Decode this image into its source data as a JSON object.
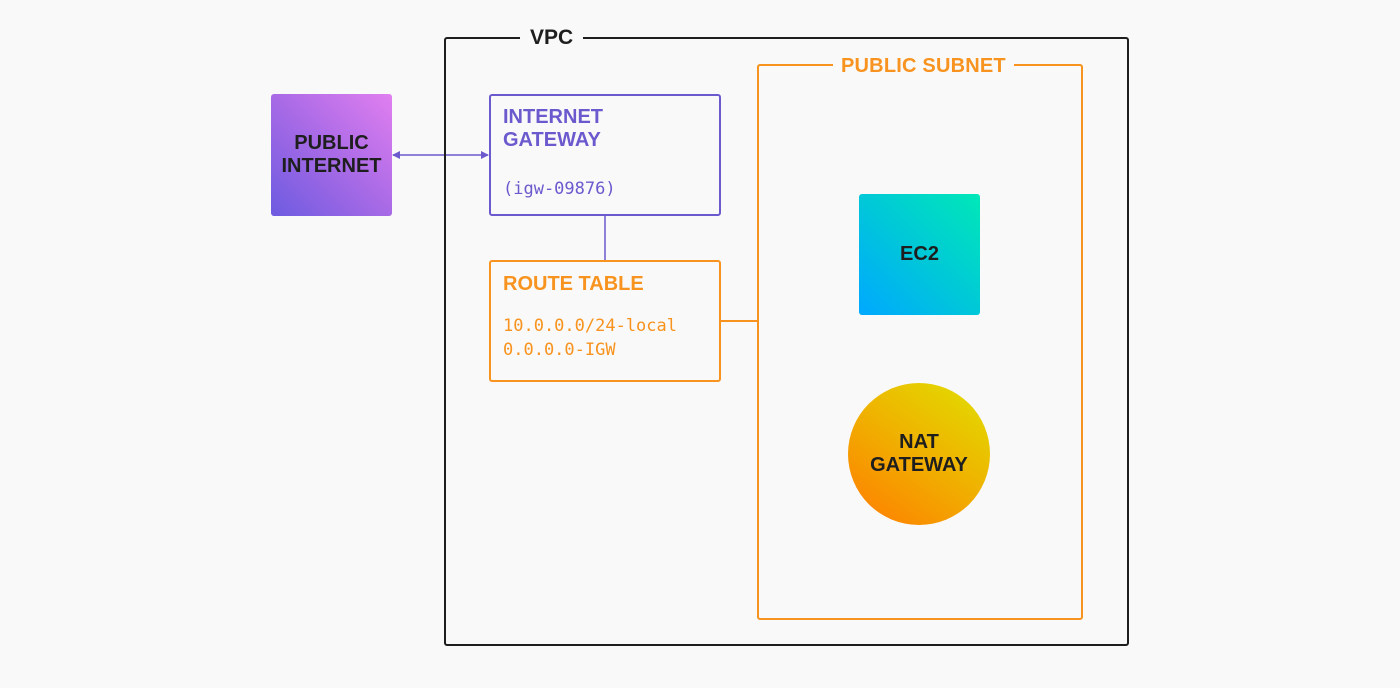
{
  "vpc": {
    "label": "VPC"
  },
  "public_subnet": {
    "label": "PUBLIC SUBNET"
  },
  "public_internet": {
    "label_line1": "PUBLIC",
    "label_line2": "INTERNET"
  },
  "internet_gateway": {
    "title_line1": "INTERNET",
    "title_line2": "GATEWAY",
    "id": "(igw-09876)"
  },
  "route_table": {
    "title": "ROUTE TABLE",
    "routes": [
      "10.0.0.0/24-local",
      "0.0.0.0-IGW"
    ]
  },
  "ec2": {
    "label": "EC2"
  },
  "nat_gateway": {
    "label_line1": "NAT",
    "label_line2": "GATEWAY"
  },
  "colors": {
    "vpc_border": "#1e1e1e",
    "subnet_accent": "#f7931e",
    "gateway_accent": "#6a5acd"
  }
}
